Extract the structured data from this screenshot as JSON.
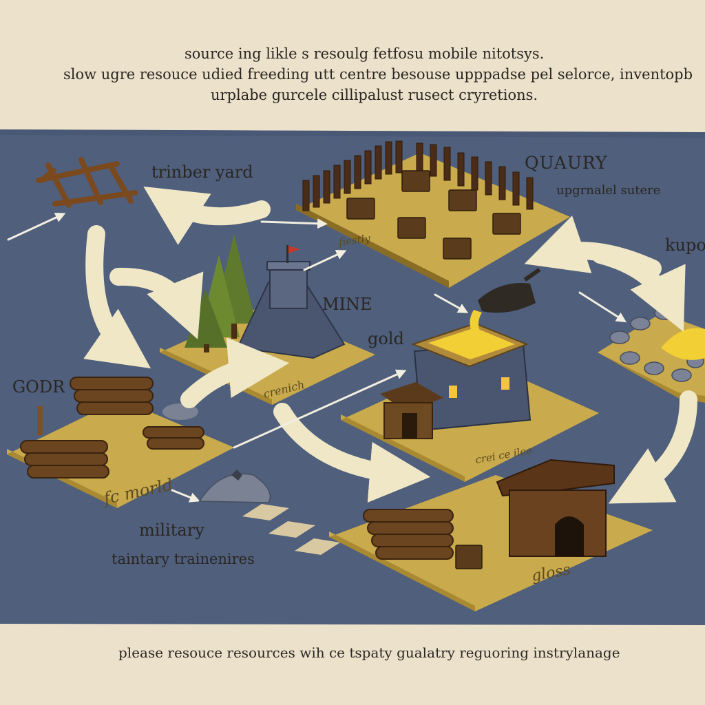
{
  "header": {
    "line1": "source ing likle s resoulg fetfosu mobile nitotsys.",
    "line2": "slow ugre resouce udied freeding utt centre besouse upppadse pel selorce, inventopb",
    "line3": "urplabe gurcele cillipalust rusect cryretions."
  },
  "labels": {
    "timber_yard": "trinber yard",
    "quarry": "QUAURY",
    "quarry_sub": "upgrnalel sutere",
    "kupo": "kupo",
    "mine": "MINE",
    "gold": "gold",
    "godr": "GODR",
    "military": "military",
    "military_sub": "taintary trainenires",
    "ground_factory": "fiestly",
    "ground_crenich": "crenich",
    "ground_kmorld": "fc morld",
    "ground_ceiiee": "crei ce ilee",
    "ground_gloss": "gloss"
  },
  "footer": {
    "text": "please resouce resources wih ce tspaty gualatry reguoring instrylanage"
  },
  "colors": {
    "parchment": "#ece1cb",
    "board": "#4f5f7c",
    "tile": "#c9aa4c",
    "arrow": "#efe7c6",
    "gold": "#f2cf35"
  }
}
